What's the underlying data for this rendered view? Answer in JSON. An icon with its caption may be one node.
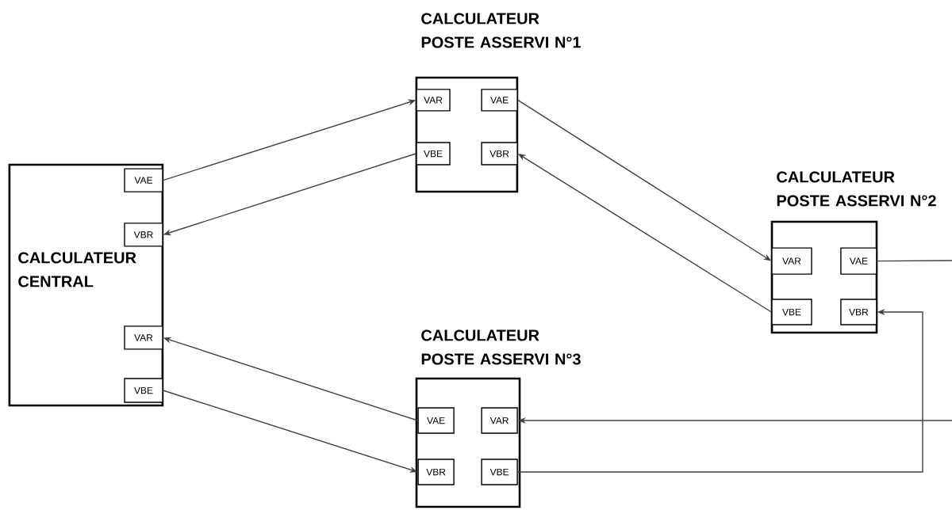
{
  "diagram": {
    "nodes": [
      {
        "text": [
          "CALCULATEUR CENTRAL"
        ]
      },
      {
        "text": [
          "VAE"
        ],
        "in": 0
      },
      {
        "text": [
          "VBR"
        ],
        "in": 0
      },
      {
        "text": [
          "VAR"
        ],
        "in": 0
      },
      {
        "text": [
          "VBE"
        ],
        "in": 0
      },
      {
        "text": [
          "CALCULATEUR POSTE ASSERVI N°1"
        ]
      },
      {
        "text": [
          "VAR"
        ],
        "in": 5
      },
      {
        "text": [
          "VAE"
        ],
        "in": 5
      },
      {
        "text": [
          "VBE"
        ],
        "in": 5
      },
      {
        "text": [
          "VBR"
        ],
        "in": 5
      },
      {
        "text": [
          "CALCULATEUR POSTE ASSERVI N°2"
        ]
      },
      {
        "text": [
          "VAR"
        ],
        "in": 10
      },
      {
        "text": [
          "VAE"
        ],
        "in": 10
      },
      {
        "text": [
          "VBE"
        ],
        "in": 10
      },
      {
        "text": [
          "VBR"
        ],
        "in": 10
      },
      {
        "text": [
          "CALCULATEUR POSTE ASSERVI N°3"
        ]
      },
      {
        "text": [
          "VAE"
        ],
        "in": 15
      },
      {
        "text": [
          "VAR"
        ],
        "in": 15
      },
      {
        "text": [
          "VBR"
        ],
        "in": 15
      },
      {
        "text": [
          "VBE"
        ],
        "in": 15
      }
    ],
    "edges": [
      {
        "from": 1,
        "to": 6,
        "arrow": "to"
      },
      {
        "from": 8,
        "to": 2,
        "arrow": "to"
      },
      {
        "from": 7,
        "to": 11,
        "arrow": "to"
      },
      {
        "from": 13,
        "to": 9,
        "arrow": "to"
      },
      {
        "from": 16,
        "to": 3,
        "arrow": "to"
      },
      {
        "from": 4,
        "to": 18,
        "arrow": "to"
      },
      {
        "from": 12,
        "to": null,
        "arrow": "none"
      },
      {
        "from": null,
        "to": 17,
        "arrow": "to"
      },
      {
        "from": 19,
        "to": 14,
        "arrow": "to"
      }
    ]
  }
}
